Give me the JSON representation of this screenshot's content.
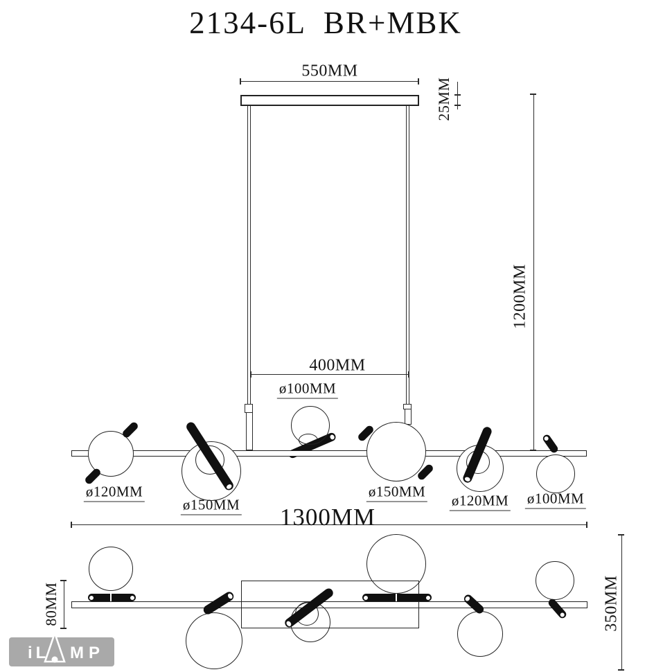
{
  "title": "2134-6L  BR+MBK",
  "side_view": {
    "canopy_width": "550MM",
    "canopy_height": "25MM",
    "rod_spacing": "400MM",
    "drop_height": "1200MM",
    "total_length": "1300MM",
    "diameters": [
      "ø120MM",
      "ø150MM",
      "ø100MM",
      "ø150MM",
      "ø120MM",
      "ø100MM"
    ]
  },
  "plan_view": {
    "bar_offset": "80MM",
    "depth": "350MM"
  },
  "logo": {
    "left": "iL",
    "right": "MP"
  },
  "colors": {
    "line": "#2b2b2b",
    "ink": "#111111",
    "rod_black": "#101010",
    "logo_gray": "#a9a9a9"
  }
}
